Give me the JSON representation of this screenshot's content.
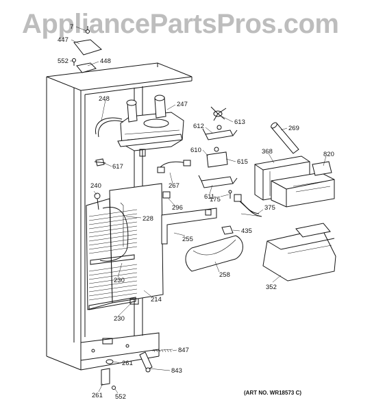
{
  "watermark": "AppliancePartsPros.com",
  "art_number": "(ART NO. WR18573 C)",
  "callouts": {
    "c7": "7",
    "c447": "447",
    "c552a": "552",
    "c448": "448",
    "c248": "248",
    "c247": "247",
    "c617": "617",
    "c240": "240",
    "c267": "267",
    "c296": "296",
    "c228": "228",
    "c230a": "230",
    "c230b": "230",
    "c214": "214",
    "c255": "255",
    "c612": "612",
    "c613": "613",
    "c610": "610",
    "c615": "615",
    "c611": "611",
    "c175": "175",
    "c269": "269",
    "c368": "368",
    "c820": "820",
    "c375": "375",
    "c435": "435",
    "c258": "258",
    "c352": "352",
    "c847": "847",
    "c843": "843",
    "c261a": "261",
    "c261b": "261",
    "c552b": "552"
  }
}
